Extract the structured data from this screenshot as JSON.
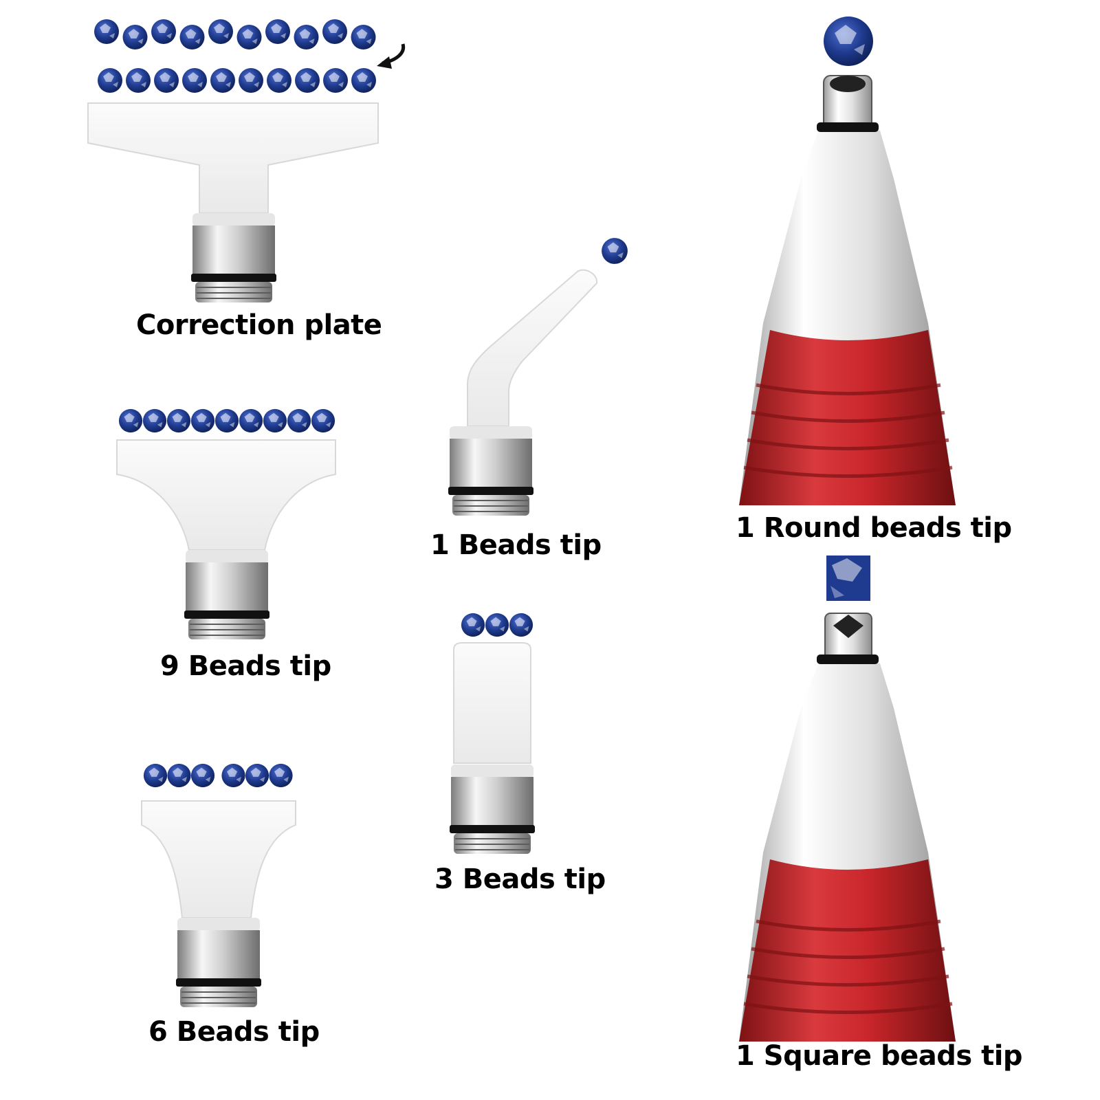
{
  "colors": {
    "bead": "#1f3b8f",
    "bead_dark": "#0e1f55",
    "bead_highlight": "#ffffff",
    "plastic": "#f4f4f4",
    "plastic_edge": "#dcdcdc",
    "metal_light": "#f2f2f2",
    "metal_dark": "#8a8a8a",
    "ring": "#111111",
    "pen_red": "#c8262a",
    "pen_red_dark": "#7e1214",
    "pen_silver": "#e9e9e9",
    "label": "#000000"
  },
  "items": {
    "correction_plate": {
      "label": "Correction plate",
      "bead_count": 20,
      "icon": "curved-arrow-icon"
    },
    "nine_beads": {
      "label": "9 Beads tip",
      "bead_count": 9
    },
    "six_beads": {
      "label": "6 Beads tip",
      "bead_count": 6
    },
    "one_bead": {
      "label": "1 Beads tip",
      "bead_count": 1
    },
    "three_beads": {
      "label": "3 Beads tip",
      "bead_count": 3
    },
    "round_tip": {
      "label": "1 Round beads tip",
      "bead_shape": "round"
    },
    "square_tip": {
      "label": "1 Square beads tip",
      "bead_shape": "square"
    }
  }
}
